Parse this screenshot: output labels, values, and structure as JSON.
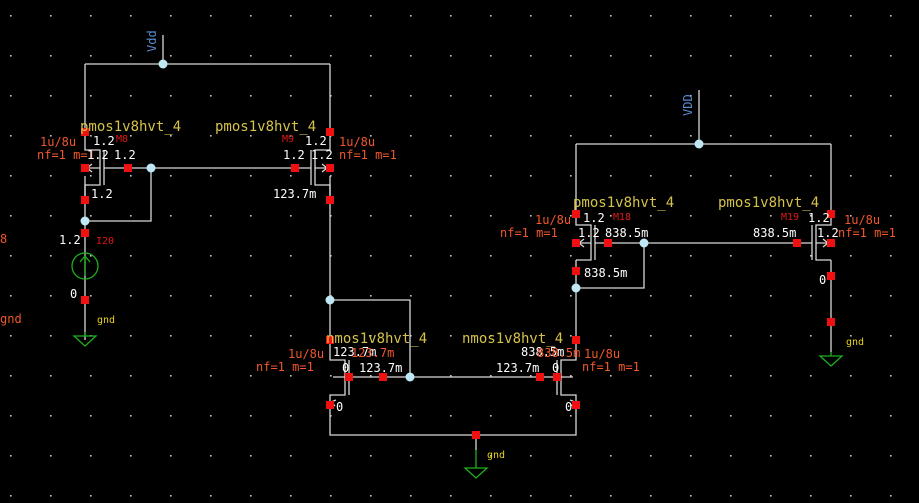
{
  "colors": {
    "background": "#000000",
    "wire": "#d8d8d8",
    "pin": "#f01010",
    "node": "#bfe8f4",
    "cell_name": "#d5c24a",
    "param": "#f0572c",
    "voltage": "#ffffff",
    "instance_name": "#e01818",
    "net_label": "#5a8bd0",
    "ground": "#2fb52f"
  },
  "nets": {
    "vdd_left": "Vdd",
    "vdd_right": "VDD"
  },
  "devices": {
    "m8": {
      "cell": "pmos1v8hvt_4",
      "instance": "M8",
      "size": "1u/8u",
      "params": "nf=1 m=1"
    },
    "m9": {
      "cell": "pmos1v8hvt_4",
      "instance": "M9",
      "size": "1u/8u",
      "params": "nf=1 m=1"
    },
    "m18": {
      "cell": "pmos1v8hvt_4",
      "instance": "M18",
      "size": "1u/8u",
      "params": "nf=1 m=1"
    },
    "m19": {
      "cell": "pmos1v8hvt_4",
      "instance": "M19",
      "size": "1u/8u",
      "params": "nf=1 m=1"
    },
    "n1": {
      "cell": "nmos1v8hvt_4",
      "size": "1u/8u",
      "params": "nf=1 m=1"
    },
    "n2": {
      "cell": "nmos1v8hvt_4",
      "size": "1u/8u",
      "params": "nf=1 m=1"
    },
    "i20": {
      "instance": "I20"
    }
  },
  "voltages": {
    "v1_2": "1.2",
    "v123_7m": "123.7m",
    "v838_5m": "838.5m",
    "v0": "0",
    "overlap_n1": "123.7m",
    "overlap_n2": "838.5m"
  },
  "left_edge_fragment": "8",
  "ground_label": "gnd"
}
